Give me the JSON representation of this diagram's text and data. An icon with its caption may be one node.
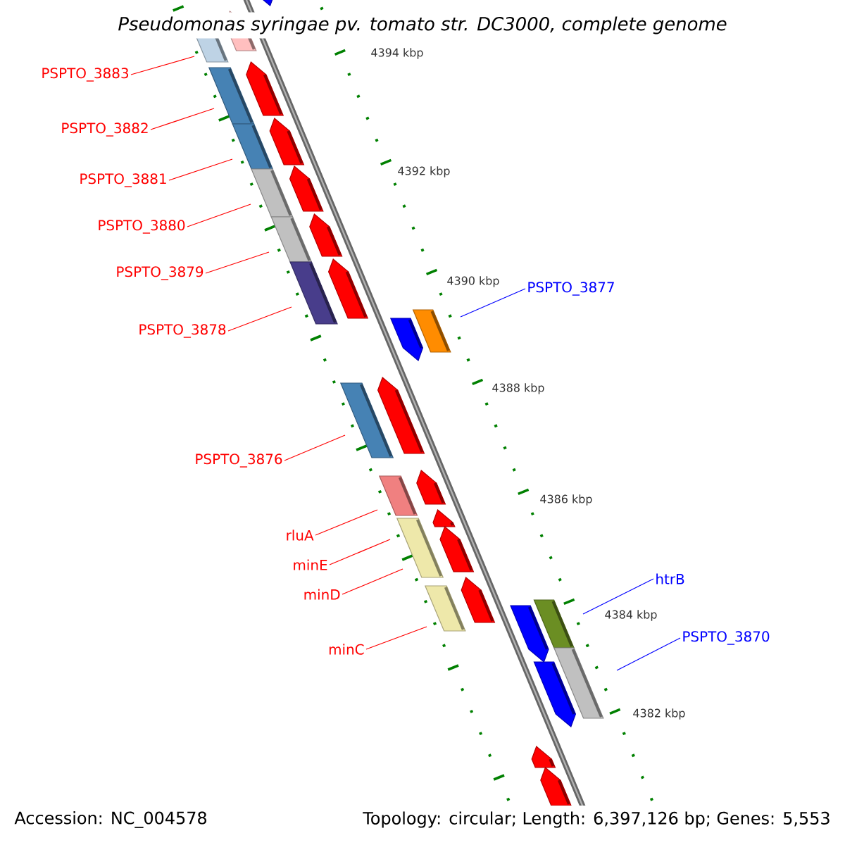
{
  "diagram": {
    "title": "Pseudomonas syringae pv. tomato str. DC3000, complete genome",
    "nodes": [
      {
        "text": [
          "PSPTO_3883"
        ]
      },
      {
        "text": [
          "PSPTO_3882"
        ]
      },
      {
        "text": [
          "PSPTO_3881"
        ]
      },
      {
        "text": [
          "PSPTO_3880"
        ]
      },
      {
        "text": [
          "PSPTO_3879"
        ]
      },
      {
        "text": [
          "PSPTO_3877"
        ]
      },
      {
        "text": [
          "PSPTO_3878"
        ]
      },
      {
        "text": [
          "PSPTO_3876"
        ]
      },
      {
        "text": [
          "rluA"
        ]
      },
      {
        "text": [
          "minE"
        ]
      },
      {
        "text": [
          "htrB"
        ]
      },
      {
        "text": [
          "minD"
        ]
      },
      {
        "text": [
          "PSPTO_3870"
        ]
      },
      {
        "text": [
          "minC"
        ]
      }
    ],
    "edges": [
      {
        "from": 0,
        "to": null,
        "arrow": "none"
      },
      {
        "from": 1,
        "to": null,
        "arrow": "none"
      },
      {
        "from": 2,
        "to": null,
        "arrow": "none"
      },
      {
        "from": 3,
        "to": null,
        "arrow": "none"
      },
      {
        "from": 4,
        "to": null,
        "arrow": "none"
      },
      {
        "from": 5,
        "to": null,
        "arrow": "none",
        "color": "#0000ff"
      },
      {
        "from": 6,
        "to": null,
        "arrow": "none"
      },
      {
        "from": 7,
        "to": null,
        "arrow": "none"
      },
      {
        "from": 8,
        "to": null,
        "arrow": "none"
      },
      {
        "from": 9,
        "to": null,
        "arrow": "none"
      },
      {
        "from": 10,
        "to": null,
        "arrow": "none",
        "color": "#0000ff"
      },
      {
        "from": 11,
        "to": null,
        "arrow": "none"
      },
      {
        "from": 12,
        "to": null,
        "arrow": "none",
        "color": "#0000ff"
      },
      {
        "from": 13,
        "to": null,
        "arrow": "none"
      }
    ],
    "labels": [
      "4394 kbp",
      "4392 kbp",
      "4390 kbp",
      "4388 kbp",
      "4386 kbp",
      "4384 kbp",
      "4382 kbp",
      "Accession: NC_004578",
      "Topology: circular; Length: 6,397,126 bp; Genes: 5,553"
    ]
  }
}
